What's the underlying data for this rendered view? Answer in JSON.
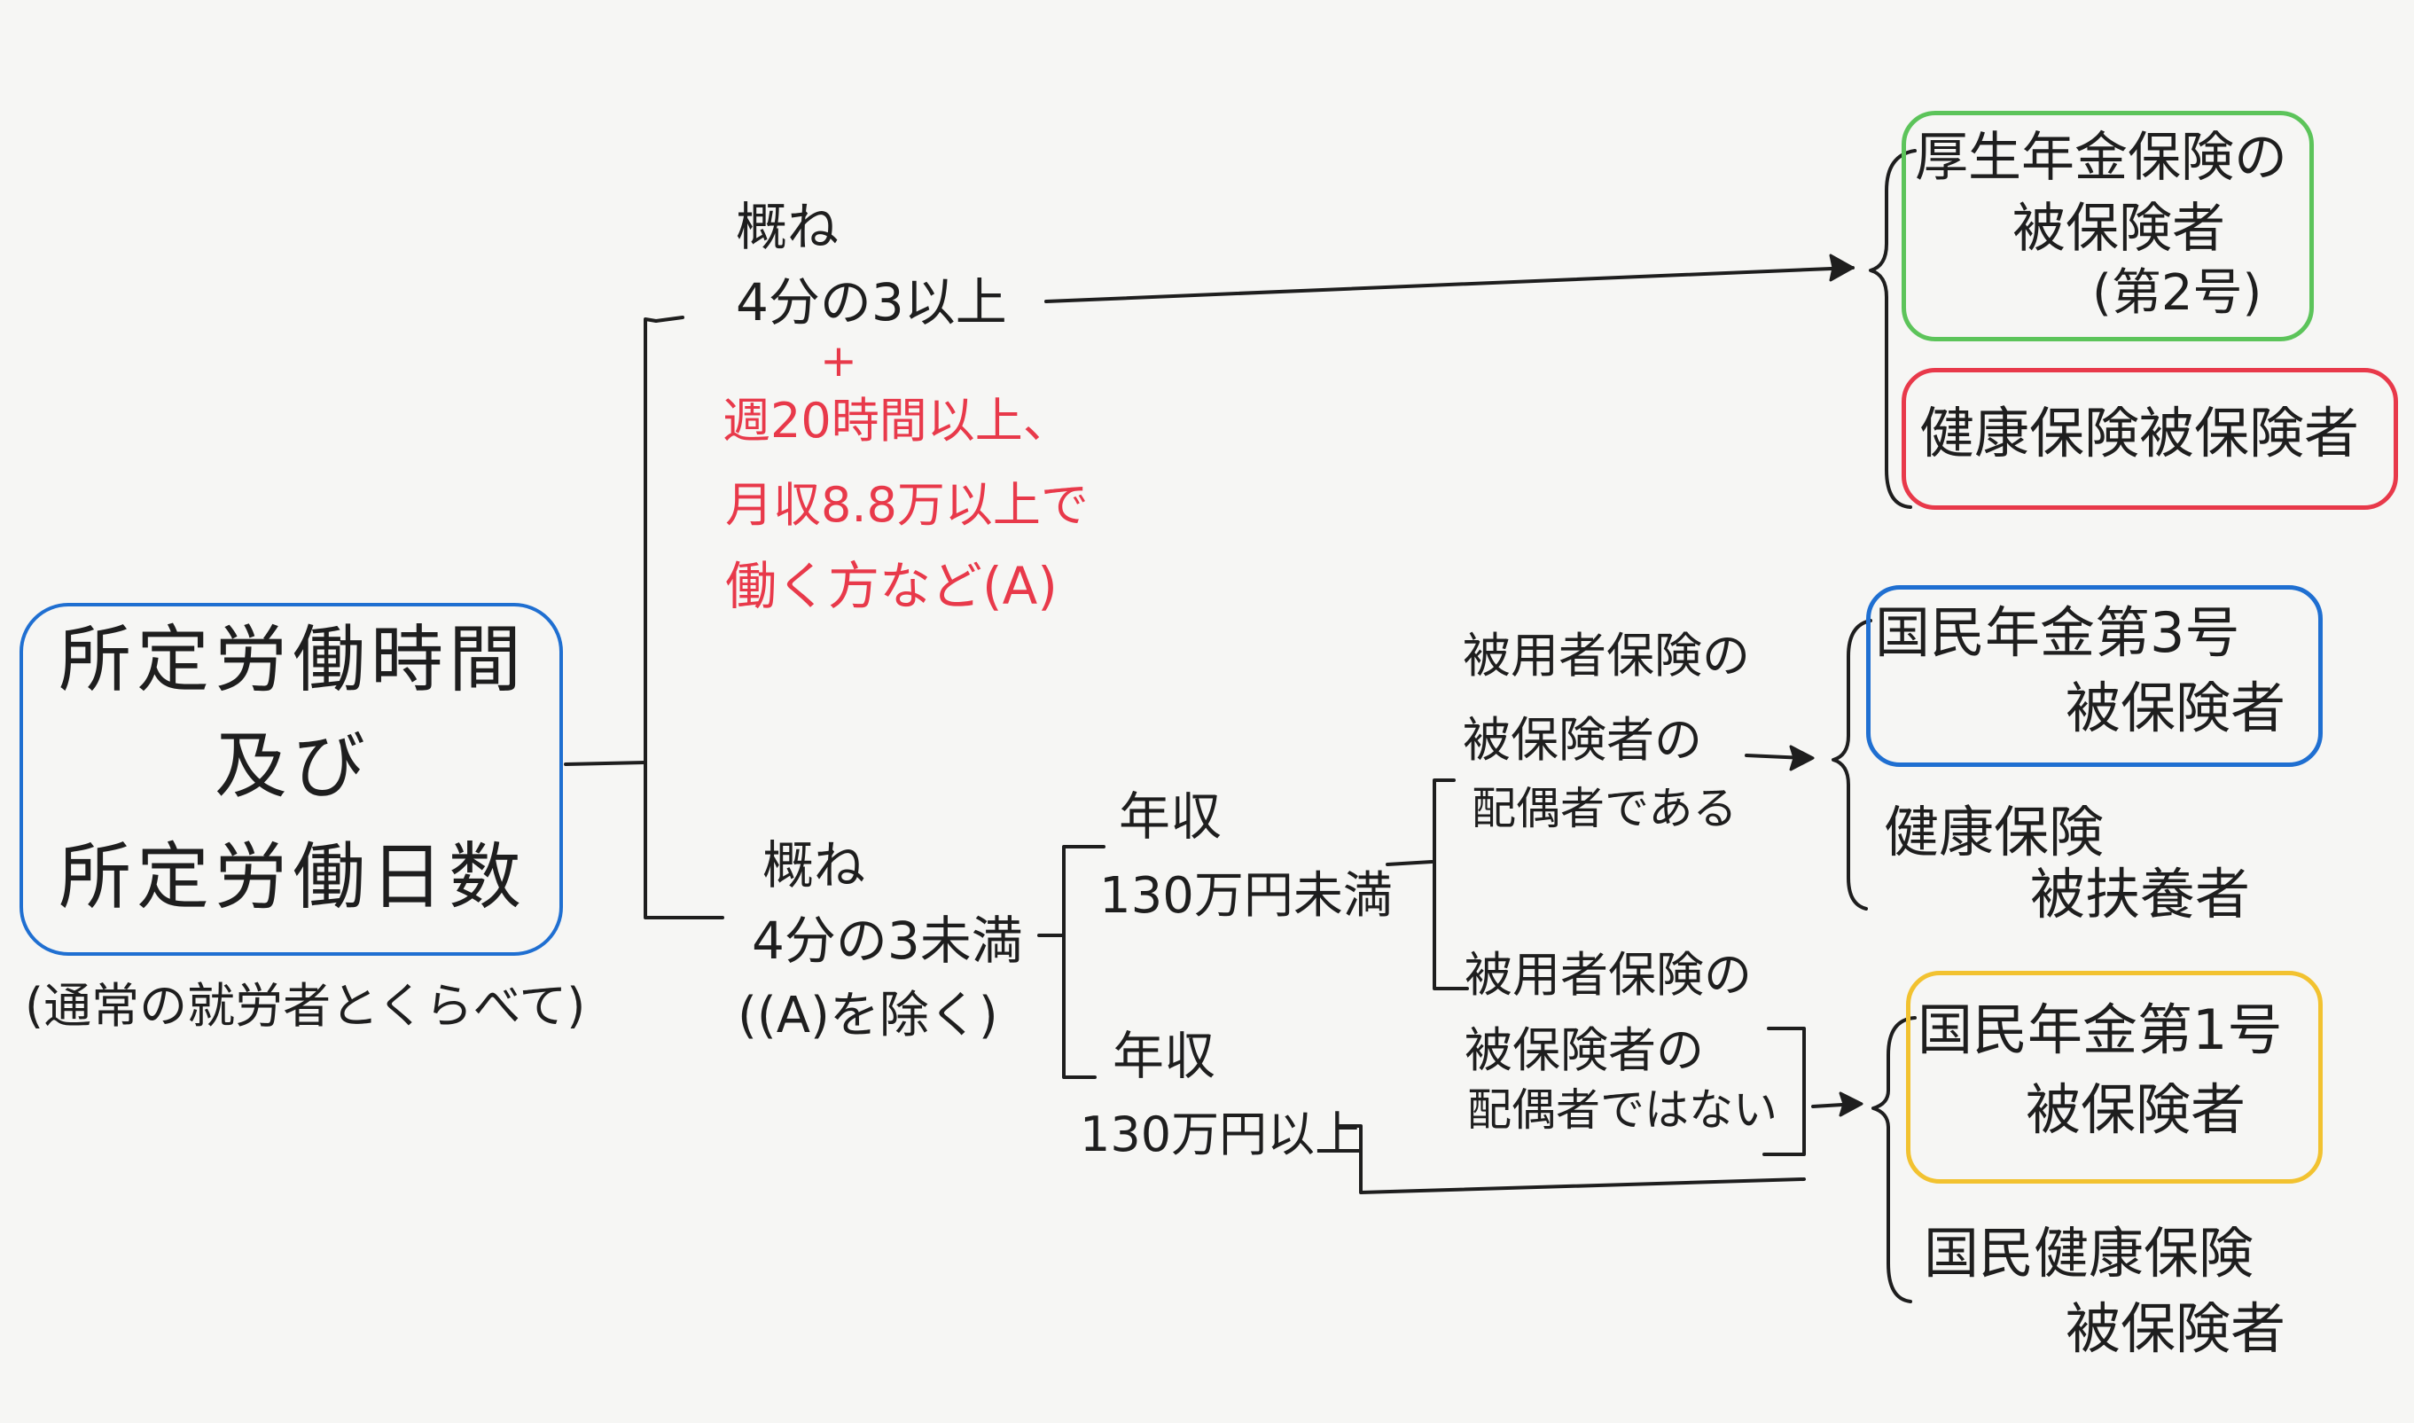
{
  "colors": {
    "ink": "#1e1e1e",
    "red": "#e8394a",
    "green": "#5cc45a",
    "blue": "#1f6fd1",
    "yellow": "#f2c230"
  },
  "root": {
    "line1": "所定労働時間",
    "line2": "及び",
    "line3": "所定労働日数",
    "note": "(通常の就労者とくらべて)"
  },
  "upper": {
    "line1": "概ね",
    "line2": "4分の3以上",
    "plus": "+",
    "cond1": "週20時間以上、",
    "cond2": "月収8.8万以上で",
    "cond3": "働く方など(A)"
  },
  "lower": {
    "line1": "概ね",
    "line2": "4分の3未満",
    "line3": "((A)を除く)"
  },
  "income_low": {
    "line1": "年収",
    "line2": "130万円未満"
  },
  "income_high": {
    "line1": "年収",
    "line2": "130万円以上"
  },
  "spouse_yes": {
    "line1": "被用者保険の",
    "line2": "被保険者の",
    "line3": "配偶者である"
  },
  "spouse_no": {
    "line1": "被用者保険の",
    "line2": "被保険者の",
    "line3": "配偶者ではない"
  },
  "results": {
    "r1": {
      "line1": "厚生年金保険の",
      "line2": "被保険者",
      "line3": "(第2号)"
    },
    "r2": {
      "line1": "健康保険被保険者"
    },
    "r3": {
      "line1": "国民年金第3号",
      "line2": "被保険者"
    },
    "r4": {
      "line1": "健康保険",
      "line2": "被扶養者"
    },
    "r5": {
      "line1": "国民年金第1号",
      "line2": "被保険者"
    },
    "r6": {
      "line1": "国民健康保険",
      "line2": "被保険者"
    }
  }
}
